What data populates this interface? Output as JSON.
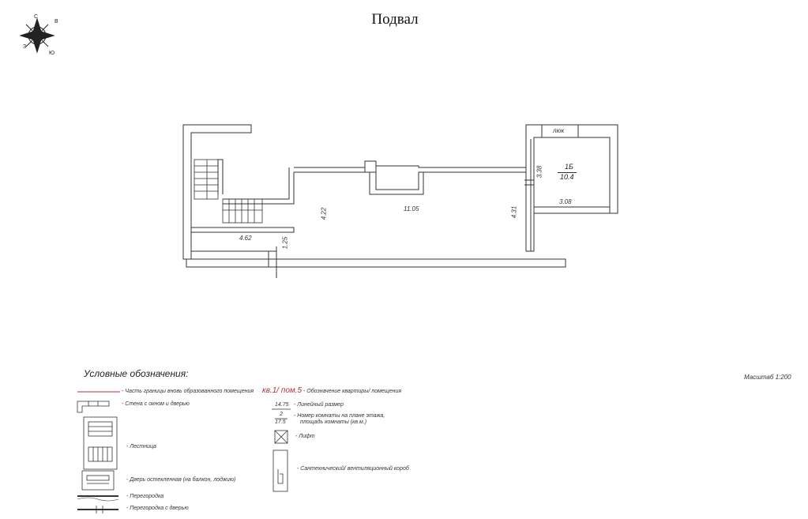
{
  "title": "Подвал",
  "compass": {
    "n": "С",
    "w": "З",
    "e": "В",
    "s": "Ю"
  },
  "plan": {
    "hatch_label": "люк",
    "room_number": "1Б",
    "room_area": "10.4",
    "dimensions": {
      "d_1105": "11.05",
      "d_422": "4.22",
      "d_431": "4.31",
      "d_462": "4.62",
      "d_125": "1.25",
      "d_338": "3.38",
      "d_308": "3.08"
    }
  },
  "legend": {
    "title": "Условные обозначения:",
    "scale": "Масштаб 1:200",
    "items": {
      "boundary": "- Часть границы вновь образованного помещения",
      "wall": "- Стена с окном и дверью",
      "stairs": "- Лестница",
      "glazed_door": "- Дверь остекленная (на балкон, лоджию)",
      "partition": "- Перегородка",
      "partition_door": "- Перегородка с дверью",
      "apartment_mark_sample": "кв.1/ пом.5",
      "apartment": "- Обозначение квартиры/ помещения",
      "linear_sample": "14.75",
      "linear": "- Линейный размер",
      "room_num_sample_top": "2",
      "room_num_sample_bottom": "17.5",
      "room_num_line1": "- Номер комнаты на плане этажа,",
      "room_num_line2": "площадь комнаты (кв.м.)",
      "lift": "- Лифт",
      "shaft": "- Сантехнический/ вентиляционный короб"
    }
  }
}
